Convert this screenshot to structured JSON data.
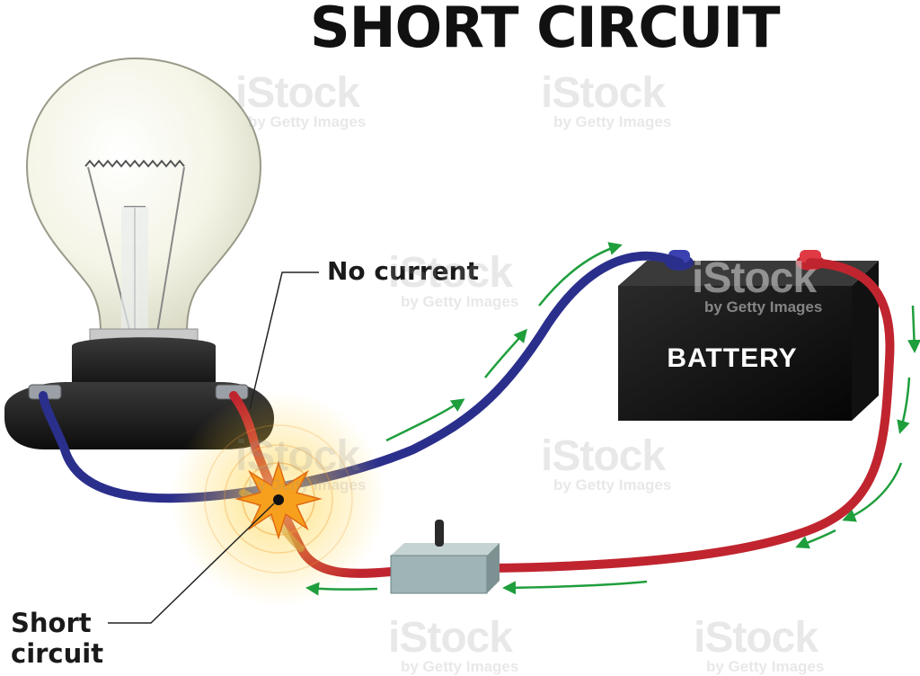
{
  "title": "SHORT CIRCUIT",
  "labels": {
    "no_current": "No current",
    "short_circuit_line1": "Short",
    "short_circuit_line2": "circuit",
    "battery": "BATTERY"
  },
  "watermark": {
    "brand": "iStock",
    "by": "by Getty Images"
  },
  "colors": {
    "positive_wire": "#c0252f",
    "negative_wire": "#2b2f8c",
    "current_arrows": "#1f9e3c",
    "battery_body": "#1a1a1a",
    "spark": "#f7b21e"
  },
  "icons": [
    "light-bulb-icon",
    "battery-icon",
    "switch-icon",
    "spark-icon",
    "arrow-icon"
  ]
}
